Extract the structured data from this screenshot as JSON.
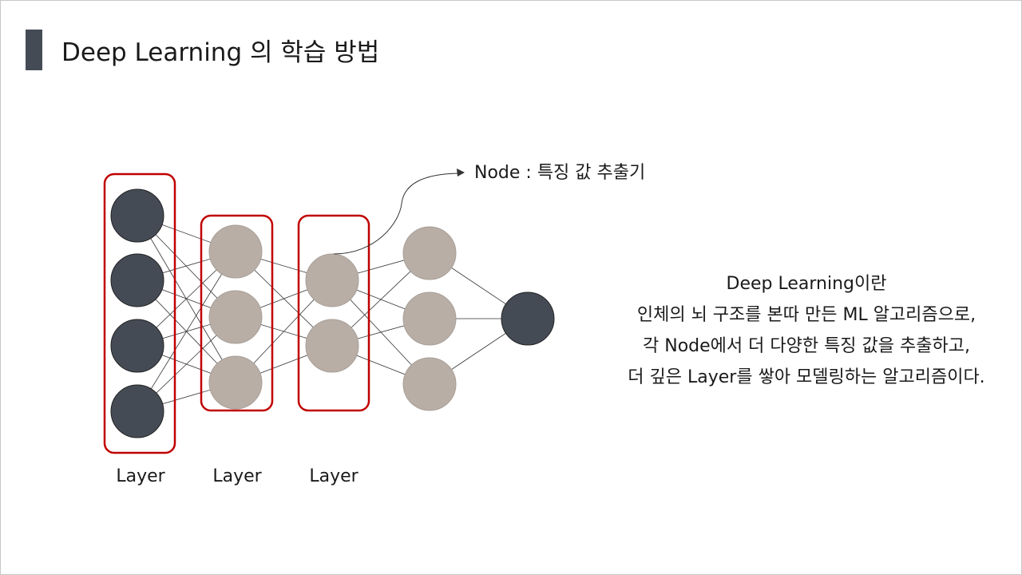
{
  "title": "Deep Learning 의 학습 방법",
  "diagram": {
    "layer_labels": [
      "Layer",
      "Layer",
      "Layer"
    ],
    "node_annotation": "Node : 특징 값 추출기",
    "colors": {
      "input_node": "#454b55",
      "hidden_node": "#b8aea6",
      "output_node": "#454b55",
      "layer_box": "#c00000",
      "edge": "#333333"
    },
    "layer_node_counts": [
      4,
      3,
      2,
      3,
      1
    ]
  },
  "description": {
    "lines": [
      "Deep Learning이란",
      "인체의 뇌 구조를 본따 만든 ML 알고리즘으로,",
      "각 Node에서 더 다양한 특징 값을 추출하고,",
      "더 깊은 Layer를 쌓아 모델링하는 알고리즘이다."
    ]
  }
}
